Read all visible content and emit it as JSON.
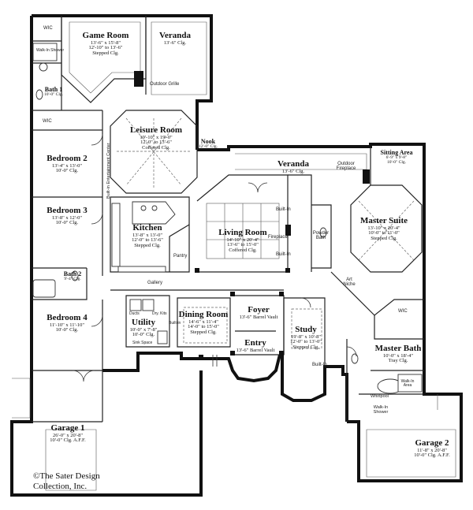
{
  "rooms": {
    "game_room": {
      "name": "Game Room",
      "dims": [
        "13'-6\" x 15'-8\"",
        "12'-10\" to 13'-6\"",
        "Stepped Clg."
      ]
    },
    "veranda_top": {
      "name": "Veranda",
      "dims": [
        "13'-6\" Clg."
      ]
    },
    "bath1": {
      "name": "Bath 1",
      "dims": [
        "10'-0\" Clg."
      ]
    },
    "leisure_room": {
      "name": "Leisure Room",
      "dims": [
        "19'-10\" x 19'-0\"",
        "12'-0\" to 13'-6\"",
        "Coffered Clg."
      ]
    },
    "nook": {
      "name": "Nook",
      "dims": [
        "12'-0\" Clg."
      ]
    },
    "veranda_mid": {
      "name": "Veranda",
      "dims": [
        "13'-6\" Clg."
      ]
    },
    "sitting_area": {
      "name": "Sitting Area",
      "dims": [
        "6'-9\" x 9'-8\"",
        "10'-0\" Clg."
      ]
    },
    "bedroom2": {
      "name": "Bedroom 2",
      "dims": [
        "13'-4\" x 13'-0\"",
        "10'-0\" Clg."
      ]
    },
    "bedroom3": {
      "name": "Bedroom 3",
      "dims": [
        "13'-8\" x 12'-0\"",
        "10'-0\" Clg."
      ]
    },
    "kitchen": {
      "name": "Kitchen",
      "dims": [
        "13'-8\" x 13'-0\"",
        "12'-0\" to 13'-6\"",
        "Stepped Clg."
      ]
    },
    "living_room": {
      "name": "Living Room",
      "dims": [
        "14'-10\" x 20'-4\"",
        "13'-6\" to 15'-0\"",
        "Coffered Clg."
      ]
    },
    "master_suite": {
      "name": "Master Suite",
      "dims": [
        "13'-10\" x 20'-4\"",
        "10'-0\" to 11'-0\"",
        "Stepped Clg."
      ]
    },
    "bath2": {
      "name": "Bath 2",
      "dims": [
        "9'-4\" Clg."
      ]
    },
    "bedroom4": {
      "name": "Bedroom 4",
      "dims": [
        "11'-10\" x 11'-10\"",
        "10'-0\" Clg."
      ]
    },
    "utility": {
      "name": "Utility",
      "dims": [
        "10'-0\" x 7'-8\"",
        "10'-0\" Clg."
      ]
    },
    "dining_room": {
      "name": "Dining Room",
      "dims": [
        "14'-6\" x 11'-4\"",
        "14'-0\" to 15'-0\"",
        "Stepped Clg."
      ]
    },
    "foyer": {
      "name": "Foyer",
      "dims": [
        "13'-6\" Barrel Vault"
      ]
    },
    "entry": {
      "name": "Entry",
      "dims": [
        "13'-6\" Barrel Vault"
      ]
    },
    "study": {
      "name": "Study",
      "dims": [
        "19'-8\" x 10'-8\"",
        "12'-0\" to 13'-0\"",
        "Stepped Clg."
      ]
    },
    "master_bath": {
      "name": "Master Bath",
      "dims": [
        "10'-0\" x 18'-4\"",
        "Tray Clg."
      ]
    },
    "garage1": {
      "name": "Garage 1",
      "dims": [
        "26'-0\" x 20'-8\"",
        "10'-0\" Clg. A.F.F."
      ]
    },
    "garage2": {
      "name": "Garage 2",
      "dims": [
        "11'-8\" x 20'-8\"",
        "10'-0\" Clg. A.F.F."
      ]
    }
  },
  "tags": {
    "wic_top": "WIC",
    "walkin_shower": "Walk-In Shower",
    "outdoor_grille": "Outdoor Grille",
    "wic_bed2": "WIC",
    "built_in_center": "Built-in Entertainment Center",
    "outdoor_fireplace": "Outdoor Fireplace",
    "built_in_1": "Built-In",
    "fireplace": "Fireplace",
    "built_in_2": "Built-In",
    "powder_bath": "Powder Bath",
    "pantry": "Pantry",
    "gallery": "Gallery",
    "art_niche": "Art Niche",
    "wic_master": "WIC",
    "ducts": "Ducts",
    "dry_kits": "Dry. Kits",
    "built_in_util": "Built-in",
    "sink_space": "Sink Space",
    "built_in_study": "Built-In",
    "whirlpool": "Whirlpool",
    "walkin_shower_master": "Walk-In Shower",
    "walkin_area": "Walk-In Area"
  },
  "copyright": [
    "©The Sater Design",
    "Collection, Inc."
  ]
}
